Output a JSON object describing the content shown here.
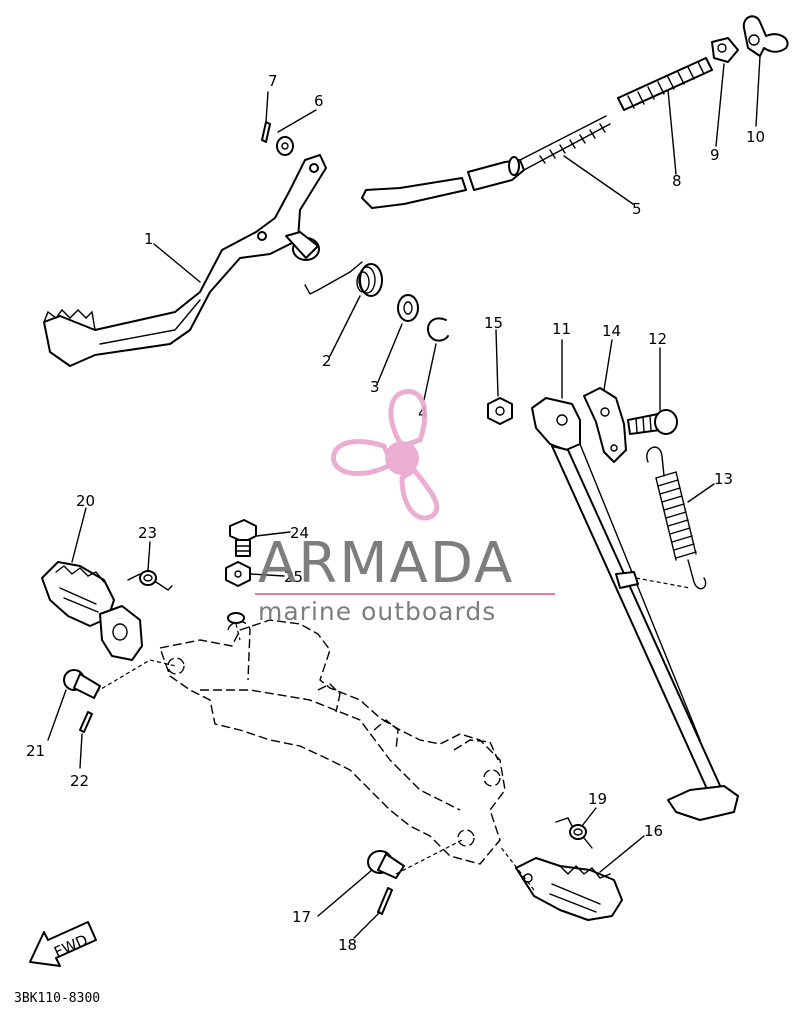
{
  "diagram": {
    "part_code": "3BK110-8300",
    "fwd_label": "FWD",
    "callouts": [
      {
        "id": "1",
        "text": "1"
      },
      {
        "id": "2",
        "text": "2"
      },
      {
        "id": "3",
        "text": "3"
      },
      {
        "id": "4",
        "text": "4"
      },
      {
        "id": "5",
        "text": "5"
      },
      {
        "id": "6",
        "text": "6"
      },
      {
        "id": "7",
        "text": "7"
      },
      {
        "id": "8",
        "text": "8"
      },
      {
        "id": "9",
        "text": "9"
      },
      {
        "id": "10",
        "text": "10"
      },
      {
        "id": "11",
        "text": "11"
      },
      {
        "id": "12",
        "text": "12"
      },
      {
        "id": "13",
        "text": "13"
      },
      {
        "id": "14",
        "text": "14"
      },
      {
        "id": "15",
        "text": "15"
      },
      {
        "id": "16",
        "text": "16"
      },
      {
        "id": "17",
        "text": "17"
      },
      {
        "id": "18",
        "text": "18"
      },
      {
        "id": "19",
        "text": "19"
      },
      {
        "id": "20",
        "text": "20"
      },
      {
        "id": "21",
        "text": "21"
      },
      {
        "id": "22",
        "text": "22"
      },
      {
        "id": "23",
        "text": "23"
      },
      {
        "id": "24",
        "text": "24"
      },
      {
        "id": "25",
        "text": "25"
      }
    ]
  },
  "watermark": {
    "name": "ARMADA",
    "tagline": "marine outboards",
    "logo_color": "#e9a6cf",
    "accent_color": "#e86aa6",
    "text_color": "#707070"
  }
}
